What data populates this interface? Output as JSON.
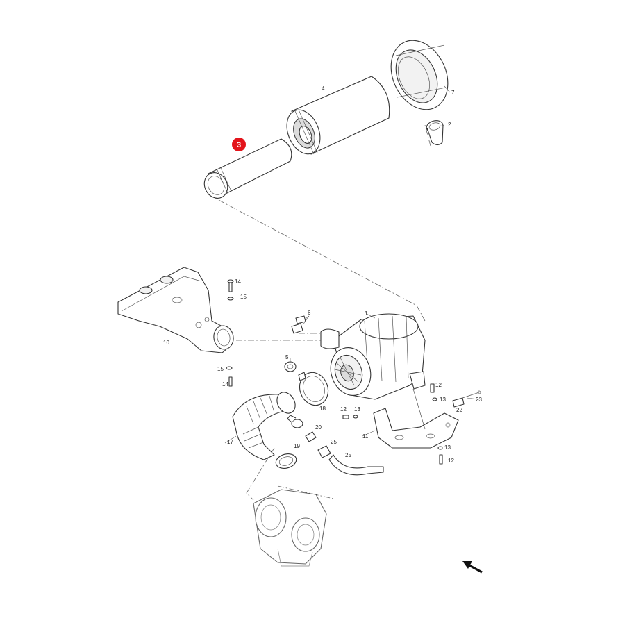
{
  "highlight": {
    "label": "3",
    "color": "#e3141b"
  },
  "callouts": {
    "c1": "1",
    "c2": "2",
    "c4": "4",
    "c5": "5",
    "c6": "6",
    "c7": "7",
    "c10": "10",
    "c11": "11",
    "c12a": "12",
    "c12b": "12",
    "c12c": "12",
    "c13a": "13",
    "c13b": "13",
    "c13c": "13",
    "c14a": "14",
    "c14b": "14",
    "c15a": "15",
    "c15b": "15",
    "c17": "17",
    "c18": "18",
    "c19": "19",
    "c20": "20",
    "c22": "22",
    "c23": "23",
    "c25a": "25",
    "c25b": "25"
  },
  "icons": {
    "orientation": "direction-arrow-icon"
  }
}
